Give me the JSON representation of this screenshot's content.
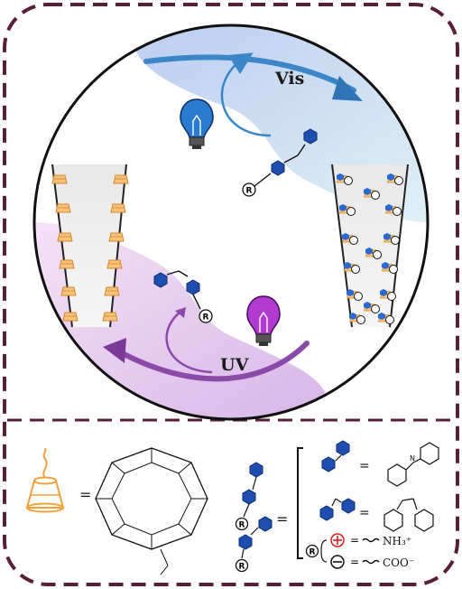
{
  "labels": {
    "vis": "Vis",
    "uv": "UV",
    "r_symbol": "R",
    "equals": "=",
    "plus": "+",
    "minus": "−",
    "nh3": "NH₃⁺",
    "coo": "COO⁻"
  },
  "colors": {
    "frame": "#5a1f38",
    "vis_region": "#c8d8f2",
    "uv_region": "#e6c8ee",
    "vis_arrow": "#3a86c8",
    "uv_arrow": "#8a4aa8",
    "bulb_vis": "#2a7ad0",
    "bulb_uv": "#b23ad0",
    "azo_blue": "#1e4fb0",
    "cd_orange": "#f2a23a",
    "plus_red": "#d42020"
  },
  "icons": [
    "visible-light-bulb-icon",
    "uv-light-bulb-icon",
    "cyclodextrin-icon",
    "azobenzene-icon"
  ]
}
